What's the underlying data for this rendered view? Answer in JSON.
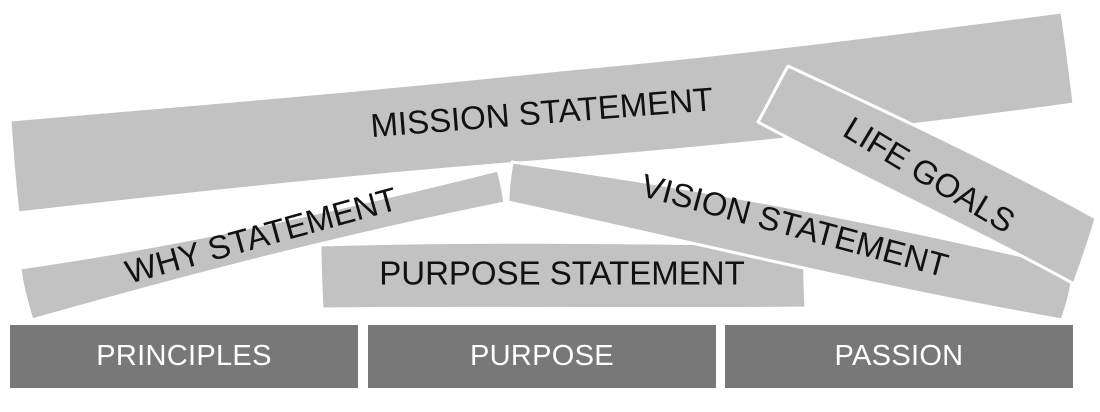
{
  "colors": {
    "plank_fill": "#c2c2c2",
    "plank_text": "#111111",
    "foundation_fill": "#787878",
    "foundation_text": "#ffffff",
    "background": "#ffffff"
  },
  "planks": {
    "mission": "MISSION STATEMENT",
    "life_goals": "LIFE GOALS",
    "why": "WHY STATEMENT",
    "vision": "VISION STATEMENT",
    "purpose_statement": "PURPOSE STATEMENT"
  },
  "foundation": {
    "principles": "PRINCIPLES",
    "purpose": "PURPOSE",
    "passion": "PASSION"
  }
}
